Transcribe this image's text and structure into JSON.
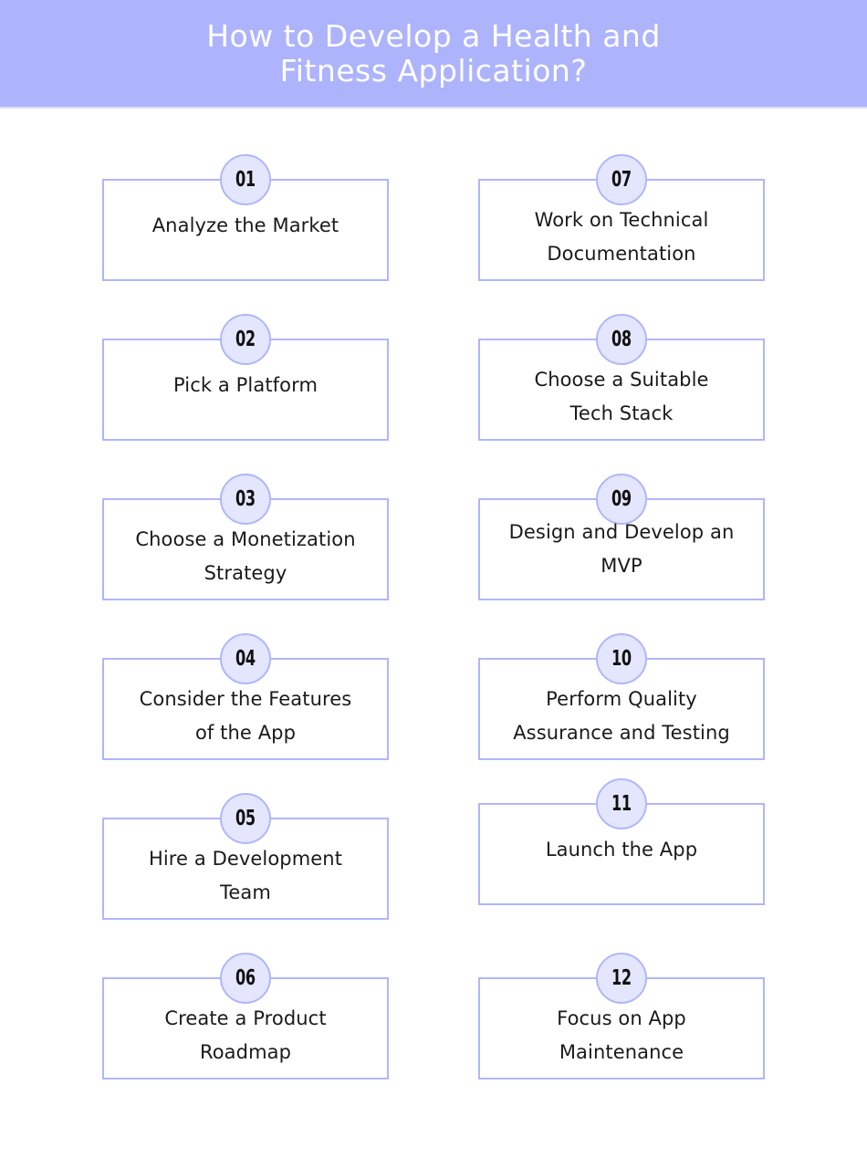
{
  "header": {
    "title_line1": "How to Develop a Health and",
    "title_line2": "Fitness Application?",
    "background_color": "#adb4fc"
  },
  "colors": {
    "box_border": "#b0b6fb",
    "badge_fill": "#e4e6fd",
    "text": "#1a1a1a"
  },
  "steps": [
    {
      "number": "01",
      "label": "Analyze the Market"
    },
    {
      "number": "02",
      "label": "Pick a Platform"
    },
    {
      "number": "03",
      "label": "Choose a Monetization Strategy"
    },
    {
      "number": "04",
      "label": "Consider the Features of the App"
    },
    {
      "number": "05",
      "label": "Hire a Development Team"
    },
    {
      "number": "06",
      "label": "Create a Product Roadmap"
    },
    {
      "number": "07",
      "label": "Work on Technical Documentation"
    },
    {
      "number": "08",
      "label": "Choose a Suitable Tech Stack"
    },
    {
      "number": "09",
      "label": "Design and Develop an MVP"
    },
    {
      "number": "10",
      "label": "Perform Quality Assurance and Testing"
    },
    {
      "number": "11",
      "label": "Launch the App"
    },
    {
      "number": "12",
      "label": "Focus on App Maintenance"
    }
  ]
}
